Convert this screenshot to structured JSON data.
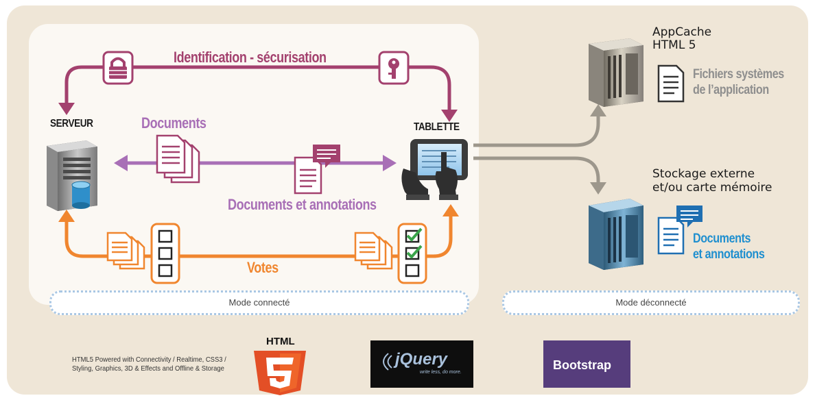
{
  "connected": {
    "identification": "Identification - sécurisation",
    "documents": "Documents",
    "documents_annotations": "Documents et annotations",
    "votes": "Votes",
    "server": "SERVEUR",
    "tablet": "TABLETTE",
    "mode": "Mode connecté"
  },
  "disconnected": {
    "appcache_line1": "AppCache",
    "appcache_line2": "HTML 5",
    "files_line1": "Fichiers systèmes",
    "files_line2": "de l’application",
    "storage_line1": "Stockage externe",
    "storage_line2": "et/ou carte mémoire",
    "docs_line1": "Documents",
    "docs_line2": "et annotations",
    "mode": "Mode déconnecté"
  },
  "footer": {
    "html5_caption_line1": "HTML5 Powered with Connectivity / Realtime, CSS3 /",
    "html5_caption_line2": "Styling, Graphics, 3D & Effects and Offline & Storage",
    "html5_badge": "HTML",
    "html5_number": "5",
    "jquery_logo": "jQuery",
    "jquery_tagline": "write less, do more.",
    "bootstrap_logo": "Bootstrap"
  },
  "colors": {
    "purple_dark": "#a3416e",
    "purple_light": "#a86fb6",
    "orange": "#f0862f",
    "gray_arrow": "#9d978c",
    "blue_text": "#1f8fcf",
    "gray_text": "#8e8e8e"
  }
}
